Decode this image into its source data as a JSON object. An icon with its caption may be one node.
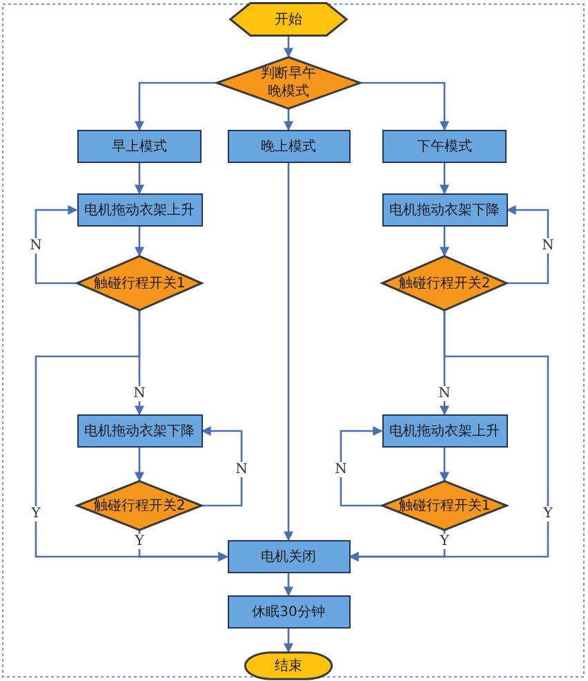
{
  "diagram": {
    "nodes": [
      {
        "text": [
          "开始"
        ]
      },
      {
        "text": [
          "判断早午晚模式"
        ]
      },
      {
        "text": [
          "早上模式"
        ]
      },
      {
        "text": [
          "晚上模式"
        ]
      },
      {
        "text": [
          "下午模式"
        ]
      },
      {
        "text": [
          "电机拖动衣架上升"
        ]
      },
      {
        "text": [
          "电机拖动衣架下降"
        ]
      },
      {
        "text": [
          "触碰行程开关1"
        ]
      },
      {
        "text": [
          "触碰行程开关2"
        ]
      },
      {
        "text": [
          "电机拖动衣架下降"
        ]
      },
      {
        "text": [
          "电机拖动衣架上升"
        ]
      },
      {
        "text": [
          "触碰行程开关2"
        ]
      },
      {
        "text": [
          "触碰行程开关1"
        ]
      },
      {
        "text": [
          "电机关闭"
        ]
      },
      {
        "text": [
          "休眠30分钟"
        ]
      },
      {
        "text": [
          "结束"
        ]
      }
    ],
    "edges": [
      {
        "from": 0,
        "to": 1,
        "arrow": "to"
      },
      {
        "from": 1,
        "to": 2,
        "arrow": "to"
      },
      {
        "from": 1,
        "to": 3,
        "arrow": "to"
      },
      {
        "from": 1,
        "to": 4,
        "arrow": "to"
      },
      {
        "from": 2,
        "to": 5,
        "arrow": "to"
      },
      {
        "from": 4,
        "to": 6,
        "arrow": "to"
      },
      {
        "from": 5,
        "to": 7,
        "arrow": "to"
      },
      {
        "from": 6,
        "to": 8,
        "arrow": "to"
      },
      {
        "from": 7,
        "to": 5,
        "arrow": "to",
        "label": "N"
      },
      {
        "from": 8,
        "to": 6,
        "arrow": "to",
        "label": "N"
      },
      {
        "from": 7,
        "to": 9,
        "arrow": "to",
        "label": "N"
      },
      {
        "from": 8,
        "to": 10,
        "arrow": "to",
        "label": "N"
      },
      {
        "from": 7,
        "to": 13,
        "arrow": "to",
        "label": "Y"
      },
      {
        "from": 8,
        "to": 13,
        "arrow": "to",
        "label": "Y"
      },
      {
        "from": 9,
        "to": 11,
        "arrow": "to"
      },
      {
        "from": 10,
        "to": 12,
        "arrow": "to"
      },
      {
        "from": 11,
        "to": 9,
        "arrow": "to",
        "label": "N"
      },
      {
        "from": 12,
        "to": 10,
        "arrow": "to",
        "label": "N"
      },
      {
        "from": 11,
        "to": 13,
        "arrow": "to",
        "label": "Y"
      },
      {
        "from": 12,
        "to": 13,
        "arrow": "to",
        "label": "Y"
      },
      {
        "from": 3,
        "to": 13,
        "arrow": "to"
      },
      {
        "from": 13,
        "to": 14,
        "arrow": "to"
      },
      {
        "from": 14,
        "to": 15,
        "arrow": "to"
      }
    ]
  }
}
